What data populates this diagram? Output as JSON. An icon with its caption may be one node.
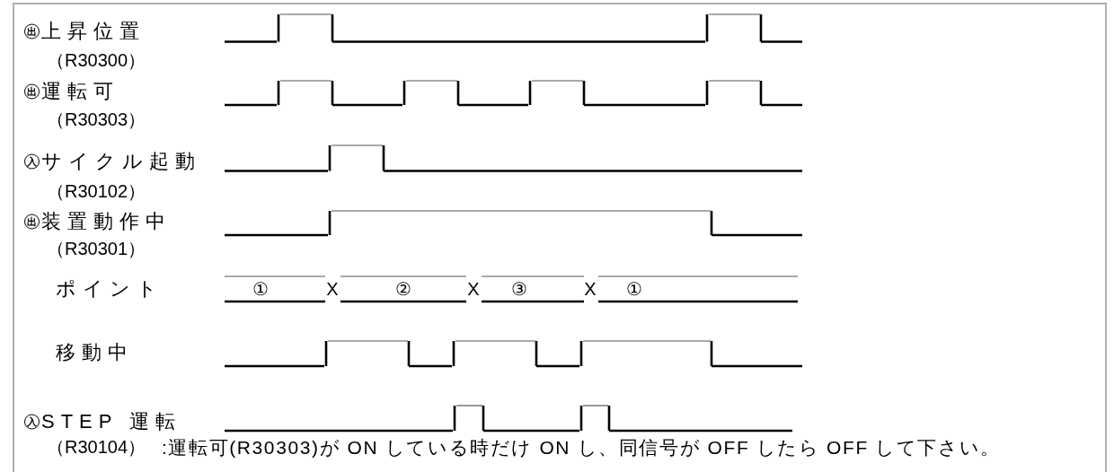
{
  "diagram": {
    "labels": [
      "出",
      "上昇位置",
      "（R30300）",
      "出",
      "運転可",
      "（R30303）",
      "入",
      "サイクル起動",
      "（R30102）",
      "出",
      "装置動作中",
      "（R30301）",
      "ポイント",
      "①",
      "X",
      "②",
      "X",
      "③",
      "X",
      "①",
      "移動中",
      "入",
      "STEP 運転",
      "（R30104）",
      ":運転可(R30303)が ON している時だけ ON し、同信号が OFF したら OFF して下さい。"
    ]
  }
}
